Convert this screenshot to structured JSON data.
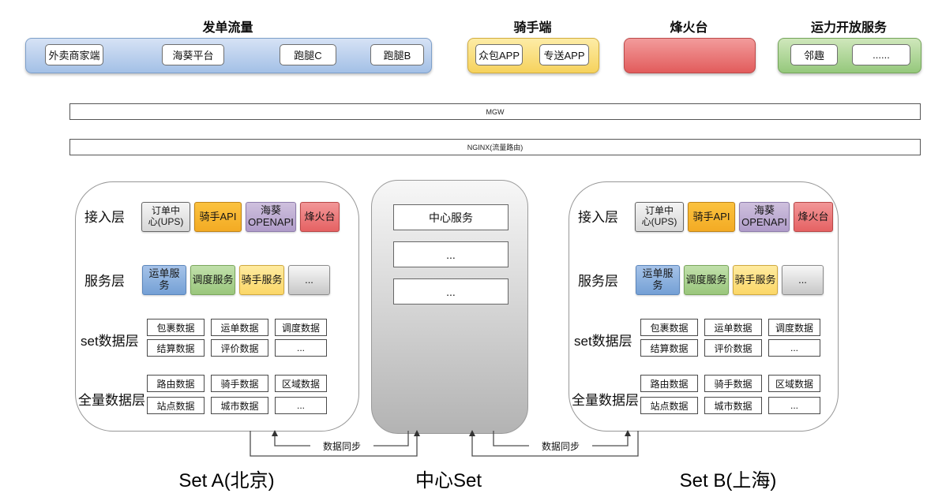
{
  "top_groups": [
    {
      "title": "发单流量",
      "items": [
        "外卖商家端",
        "海葵平台",
        "跑腿C",
        "跑腿B"
      ]
    },
    {
      "title": "骑手端",
      "items": [
        "众包APP",
        "专送APP"
      ]
    },
    {
      "title": "烽火台",
      "items": []
    },
    {
      "title": "运力开放服务",
      "items": [
        "邻趣",
        "......"
      ]
    }
  ],
  "gateways": {
    "mgw": "MGW",
    "nginx": "NGINX(流量路由)"
  },
  "set_a": {
    "caption": "Set A(北京)",
    "layers": {
      "access": {
        "label": "接入层",
        "chips": [
          {
            "text": "订单中\n心(UPS)"
          },
          {
            "text": "骑手API"
          },
          {
            "text": "海葵\nOPENAPI"
          },
          {
            "text": "烽火台"
          }
        ]
      },
      "service": {
        "label": "服务层",
        "chips": [
          {
            "text": "运单服\n务"
          },
          {
            "text": "调度服务"
          },
          {
            "text": "骑手服务"
          },
          {
            "text": "..."
          }
        ]
      },
      "set_data": {
        "label": "set数据层",
        "row1": [
          "包裹数据",
          "运单数据",
          "调度数据"
        ],
        "row2": [
          "结算数据",
          "评价数据",
          "..."
        ]
      },
      "full_data": {
        "label": "全量数据层",
        "row1": [
          "路由数据",
          "骑手数据",
          "区域数据"
        ],
        "row2": [
          "站点数据",
          "城市数据",
          "..."
        ]
      }
    }
  },
  "set_b": {
    "caption": "Set B(上海)",
    "layers": {
      "access": {
        "label": "接入层",
        "chips": [
          {
            "text": "订单中\n心(UPS)"
          },
          {
            "text": "骑手API"
          },
          {
            "text": "海葵\nOPENAPI"
          },
          {
            "text": "烽火台"
          }
        ]
      },
      "service": {
        "label": "服务层",
        "chips": [
          {
            "text": "运单服\n务"
          },
          {
            "text": "调度服务"
          },
          {
            "text": "骑手服务"
          },
          {
            "text": "..."
          }
        ]
      },
      "set_data": {
        "label": "set数据层",
        "row1": [
          "包裹数据",
          "运单数据",
          "调度数据"
        ],
        "row2": [
          "结算数据",
          "评价数据",
          "..."
        ]
      },
      "full_data": {
        "label": "全量数据层",
        "row1": [
          "路由数据",
          "骑手数据",
          "区域数据"
        ],
        "row2": [
          "站点数据",
          "城市数据",
          "..."
        ]
      }
    }
  },
  "center_set": {
    "caption": "中心Set",
    "boxes": [
      "中心服务",
      "...",
      "..."
    ]
  },
  "sync": {
    "label": "数据同步"
  },
  "colors": {
    "group_blue": "#a3c0e6",
    "group_yellow": "#f6d25d",
    "group_red": "#e25c5c",
    "group_green": "#95c87c",
    "chip_gray": "#dddddd",
    "chip_amber": "#f5b32e",
    "chip_purple": "#bda9d2",
    "chip_red": "#ec8081",
    "chip_blue": "#84aadd",
    "chip_green": "#a8d18d",
    "chip_yellow": "#fde18a",
    "chip_dots": "#d6d6d6",
    "center_gradient_top": "#f7f7f7",
    "center_gradient_bottom": "#b3b3b3",
    "line": "#4d4d4d"
  }
}
